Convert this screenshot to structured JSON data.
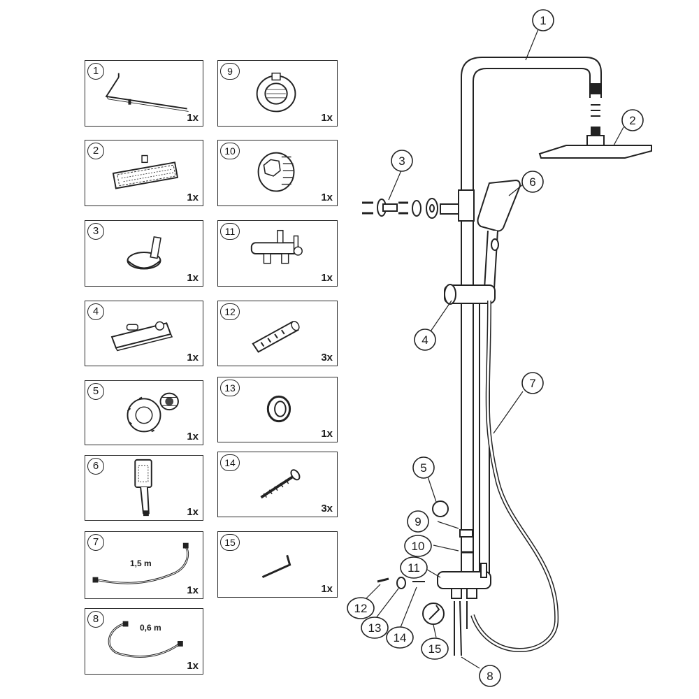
{
  "parts": [
    {
      "num": "1",
      "qty": "1x"
    },
    {
      "num": "2",
      "qty": "1x"
    },
    {
      "num": "3",
      "qty": "1x"
    },
    {
      "num": "4",
      "qty": "1x"
    },
    {
      "num": "5",
      "qty": "1x"
    },
    {
      "num": "6",
      "qty": "1x"
    },
    {
      "num": "7",
      "qty": "1x",
      "note": "1,5 m"
    },
    {
      "num": "8",
      "qty": "1x",
      "note": "0,6 m"
    },
    {
      "num": "9",
      "qty": "1x"
    },
    {
      "num": "10",
      "qty": "1x"
    },
    {
      "num": "11",
      "qty": "1x"
    },
    {
      "num": "12",
      "qty": "3x"
    },
    {
      "num": "13",
      "qty": "1x"
    },
    {
      "num": "14",
      "qty": "3x"
    },
    {
      "num": "15",
      "qty": "1x"
    }
  ],
  "callouts": [
    "1",
    "2",
    "3",
    "4",
    "5",
    "6",
    "7",
    "8",
    "9",
    "10",
    "11",
    "12",
    "13",
    "14",
    "15"
  ],
  "icons": [
    "shower-rail-icon",
    "rain-head-icon",
    "wall-bracket-icon",
    "slider-icon",
    "nut-assembly-icon",
    "hand-shower-icon",
    "long-hose-icon",
    "short-hose-icon",
    "nut-icon",
    "threaded-adapter-icon",
    "diverter-icon",
    "wall-plug-icon",
    "seal-ring-icon",
    "screw-icon",
    "allen-key-icon"
  ]
}
